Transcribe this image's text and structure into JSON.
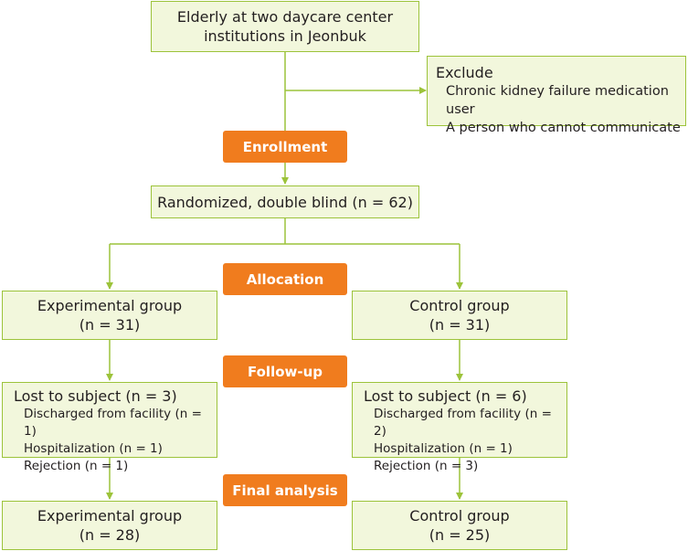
{
  "source": {
    "line1": "Elderly at two daycare center",
    "line2": "institutions in Jeonbuk"
  },
  "exclude": {
    "title": "Exclude",
    "items": [
      "Chronic kidney failure medication user",
      "A person who cannot communicate"
    ]
  },
  "stages": {
    "enrollment": "Enrollment",
    "allocation": "Allocation",
    "followup": "Follow-up",
    "final": "Final analysis"
  },
  "randomized": "Randomized, double blind (n = 62)",
  "allocation": {
    "experimental": {
      "label": "Experimental group",
      "n": "(n = 31)"
    },
    "control": {
      "label": "Control group",
      "n": "(n = 31)"
    }
  },
  "followup": {
    "experimental": {
      "title": "Lost to subject (n = 3)",
      "items": [
        "Discharged from facility (n = 1)",
        "Hospitalization (n = 1)",
        "Rejection (n = 1)"
      ]
    },
    "control": {
      "title": "Lost to subject (n = 6)",
      "items": [
        "Discharged from facility (n = 2)",
        "Hospitalization (n = 1)",
        "Rejection (n = 3)"
      ]
    }
  },
  "final": {
    "experimental": {
      "label": "Experimental group",
      "n": "(n = 28)"
    },
    "control": {
      "label": "Control group",
      "n": "(n = 25)"
    }
  },
  "colors": {
    "box_fill": "#f2f7dc",
    "box_border": "#9cc33a",
    "stage_fill": "#f07c1e",
    "connector": "#9cc33a"
  }
}
